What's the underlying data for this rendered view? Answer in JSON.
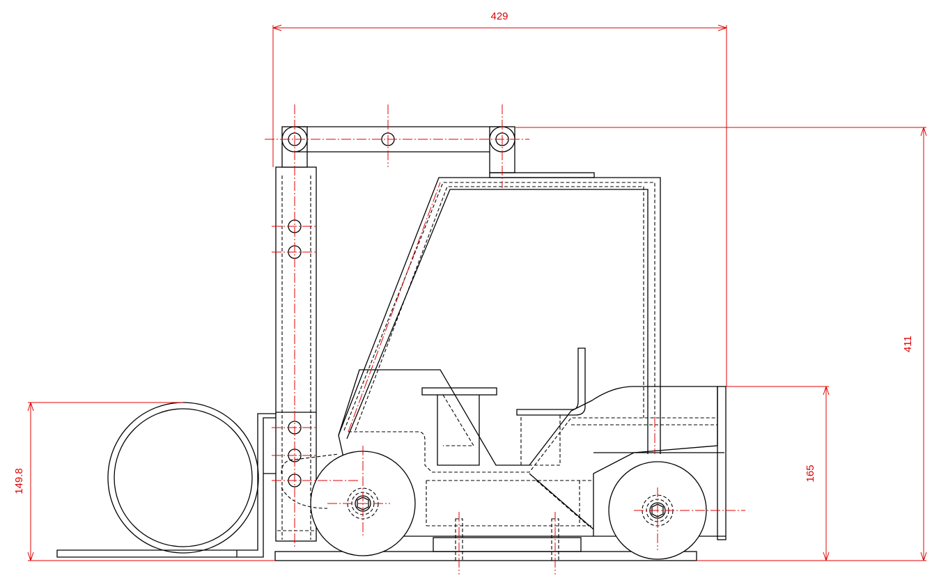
{
  "drawing": {
    "dimensions": {
      "overall_length": "429",
      "overall_height": "411",
      "body_height": "165",
      "load_diameter": "149.8"
    },
    "colors": {
      "outline": "#000000",
      "dimension": "#e00000"
    }
  }
}
